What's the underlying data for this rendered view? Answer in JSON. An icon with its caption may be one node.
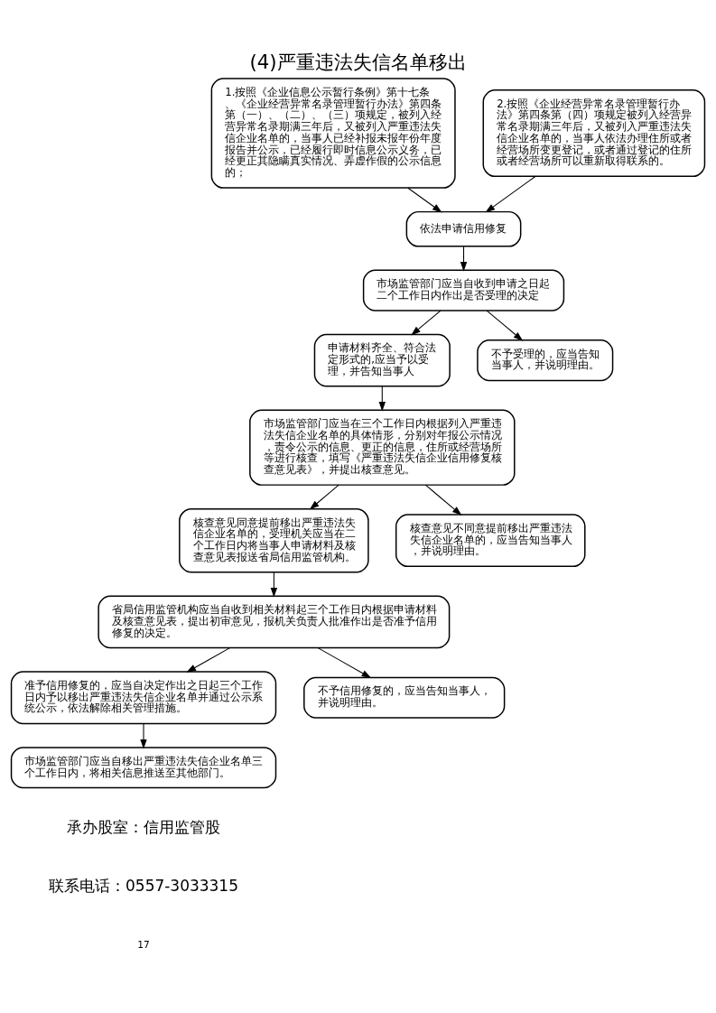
{
  "diagram": {
    "title": "(4)严重违法失信名单移出",
    "nodes": [
      {
        "text": [
          "1.按照《企业信息公示暂行条例》第十七条、《企业经营异常名录管理暂行办法》第四条第（一）、（二）、（三）项规定，被列入经营异常名录期满三年后，又被列入严重违法失信企业名单的，当事人已经补报未报年份年度报告并公示，已经履行即时信息公示义务，已经更正其隐瞒真实情况、弄虚作假的公示信息的；"
        ]
      },
      {
        "text": [
          "2.按照《企业经营异常名录管理暂行办法》第四条第（四）项规定被列入经营异常名录期满三年后，又被列入严重违法失信企业名单的，当事人依法办理住所或者经营场所变更登记，或者通过登记的住所或者经营场所可以重新取得联系的。"
        ]
      },
      {
        "text": [
          "依法申请信用修复"
        ]
      },
      {
        "text": [
          "市场监管部门应当自收到申请之日起二个工作日内作出是否受理的决定"
        ]
      },
      {
        "text": [
          "申请材料齐全、符合法定形式的,应当予以受理，并告知当事人"
        ]
      },
      {
        "text": [
          "不予受理的，应当告知当事人，并说明理由。"
        ]
      },
      {
        "text": [
          "市场监管部门应当在三个工作日内根据列入严重违法失信企业名单的具体情形，分别对年报公示情况，责令公示的信息、更正的信息，住所或经营场所等进行核查，填写《严重违法失信企业信用修复核查意见表》，并提出核查意见。"
        ]
      },
      {
        "text": [
          "核查意见同意提前移出严重违法失信企业名单的，受理机关应当在二个工作日内将当事人申请材料及核查意见表报送省局信用监管机构。"
        ]
      },
      {
        "text": [
          "核查意见不同意提前移出严重违法失信企业名单的，应当告知当事人，并说明理由。"
        ]
      },
      {
        "text": [
          "省局信用监管机构应当自收到相关材料起三个工作日内根据申请材料及核查意见表，提出初审意见，报机关负责人批准作出是否准予信用修复的决定。"
        ]
      },
      {
        "text": [
          "准予信用修复的，应当自决定作出之日起三个工作日内予以移出严重违法失信企业名单并通过公示系统公示，依法解除相关管理措施。"
        ]
      },
      {
        "text": [
          "不予信用修复的，应当告知当事人，并说明理由。"
        ]
      },
      {
        "text": [
          "市场监管部门应当自移出严重违法失信企业名单三个工作日内，将相关信息推送至其他部门。"
        ]
      }
    ],
    "edges": [
      {
        "from": 0,
        "to": 2,
        "arrow": "to"
      },
      {
        "from": 1,
        "to": 2,
        "arrow": "to"
      },
      {
        "from": 2,
        "to": 3,
        "arrow": "to"
      },
      {
        "from": 3,
        "to": 4,
        "arrow": "to"
      },
      {
        "from": 3,
        "to": 5,
        "arrow": "to"
      },
      {
        "from": 4,
        "to": 6,
        "arrow": "to"
      },
      {
        "from": 6,
        "to": 7,
        "arrow": "to"
      },
      {
        "from": 6,
        "to": 8,
        "arrow": "to"
      },
      {
        "from": 7,
        "to": 9,
        "arrow": "to"
      },
      {
        "from": 9,
        "to": 10,
        "arrow": "to"
      },
      {
        "from": 9,
        "to": 11,
        "arrow": "to"
      },
      {
        "from": 10,
        "to": 12,
        "arrow": "to"
      }
    ],
    "labels": [
      "承办股室：信用监管股",
      "联系电话：0557-3033315",
      "17"
    ]
  }
}
